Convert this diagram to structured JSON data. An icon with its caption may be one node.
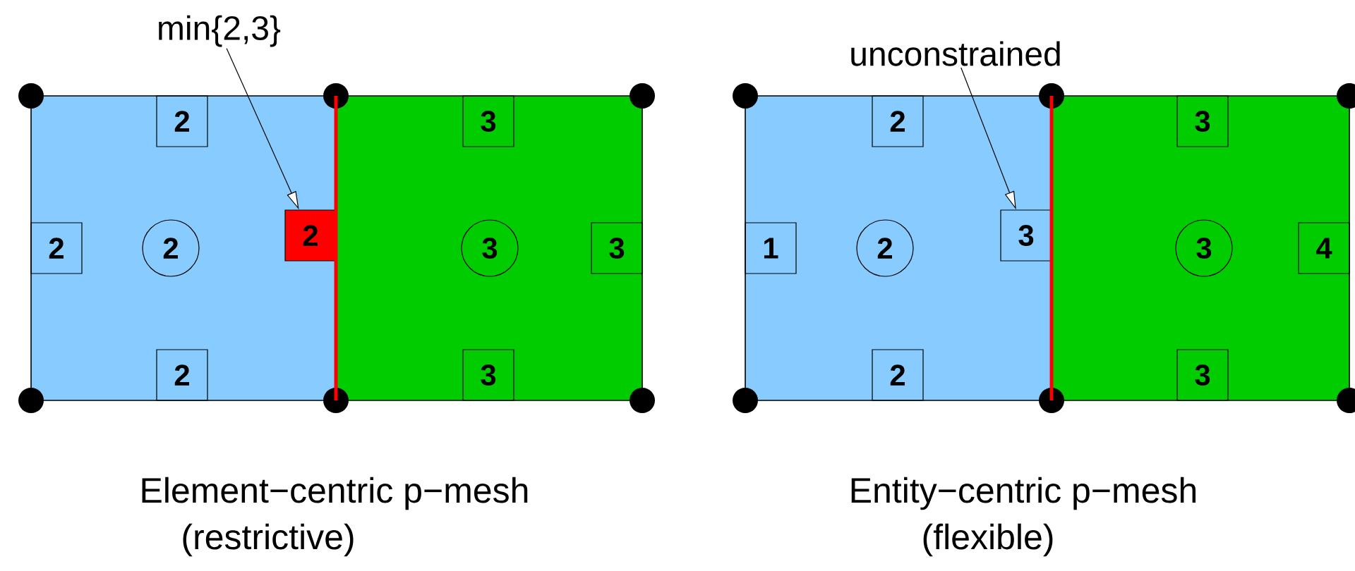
{
  "diagram": {
    "nodes": [
      {
        "text": [
          "min{2,3}"
        ]
      },
      {
        "text": [],
        "shape": "box"
      },
      {
        "text": [
          "2"
        ],
        "in": 1
      },
      {
        "text": [
          "2"
        ],
        "in": 1
      },
      {
        "text": [
          "2"
        ],
        "in": 1
      },
      {
        "text": [
          "2"
        ],
        "in": 1
      },
      {
        "text": [
          "2"
        ],
        "in": 1
      },
      {
        "text": [],
        "shape": "box"
      },
      {
        "text": [
          "3"
        ],
        "in": 7
      },
      {
        "text": [
          "3"
        ],
        "in": 7
      },
      {
        "text": [
          "3"
        ],
        "in": 7
      },
      {
        "text": [
          "3"
        ],
        "in": 7
      },
      {
        "text": [
          "unconstrained"
        ]
      },
      {
        "text": [],
        "shape": "box"
      },
      {
        "text": [
          "2"
        ],
        "in": 13
      },
      {
        "text": [
          "1"
        ],
        "in": 13
      },
      {
        "text": [
          "2"
        ],
        "in": 13
      },
      {
        "text": [
          "3"
        ],
        "in": 13
      },
      {
        "text": [
          "2"
        ],
        "in": 13
      },
      {
        "text": [],
        "shape": "box"
      },
      {
        "text": [
          "3"
        ],
        "in": 19
      },
      {
        "text": [
          "3"
        ],
        "in": 19
      },
      {
        "text": [
          "4"
        ],
        "in": 19
      },
      {
        "text": [
          "3"
        ],
        "in": 19
      },
      {
        "text": [],
        "shape": "circle"
      },
      {
        "text": [],
        "shape": "circle"
      },
      {
        "text": [],
        "shape": "circle"
      },
      {
        "text": [],
        "shape": "circle"
      },
      {
        "text": [],
        "shape": "circle"
      },
      {
        "text": [],
        "shape": "circle"
      },
      {
        "text": [],
        "shape": "circle"
      },
      {
        "text": [],
        "shape": "circle"
      },
      {
        "text": [],
        "shape": "circle"
      },
      {
        "text": [],
        "shape": "circle"
      },
      {
        "text": [],
        "shape": "circle"
      },
      {
        "text": [],
        "shape": "circle"
      }
    ],
    "edges": [
      {
        "from": 0,
        "to": 5,
        "arrow": "to"
      },
      {
        "from": 12,
        "to": 17,
        "arrow": "to"
      },
      {
        "from": 25,
        "to": 31,
        "arrow": "none",
        "style": "thick",
        "color": "#ff0000"
      },
      {
        "from": 28,
        "to": 34,
        "arrow": "none",
        "style": "thick",
        "color": "#ff0000"
      }
    ],
    "labels": [
      "Element−centric p−mesh",
      "Entity−centric p−mesh",
      "(restrictive)",
      "(flexible)"
    ]
  }
}
